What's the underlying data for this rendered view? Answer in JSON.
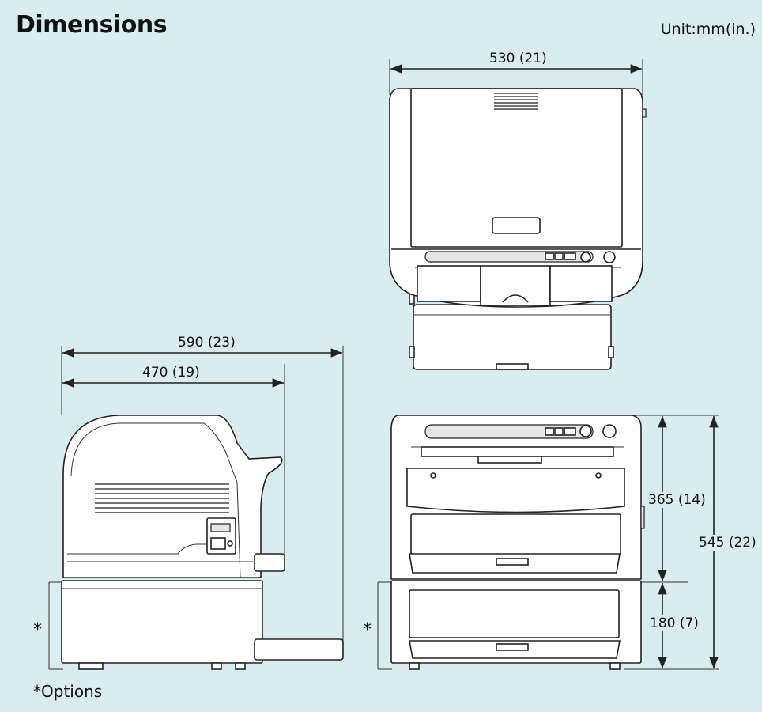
{
  "page": {
    "title": "Dimensions",
    "unit": "Unit:mm(in.)",
    "footnote": "Options",
    "asterisk": "*"
  },
  "dimensions": {
    "top_width": "530 (21)",
    "side_total_depth": "590 (23)",
    "side_body_depth": "470 (19)",
    "front_printer_height": "365 (14)",
    "front_total_height": "545 (22)",
    "front_option_height": "180 (7)"
  },
  "colors": {
    "background": "#d9ecef",
    "line": "#222222",
    "fill": "#ffffff"
  }
}
